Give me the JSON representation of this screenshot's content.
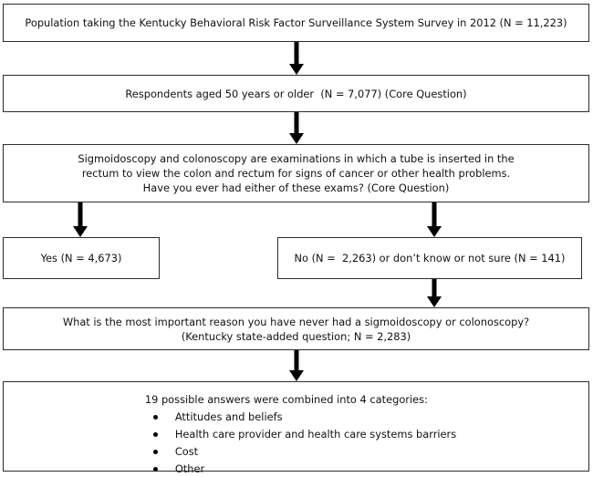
{
  "chart_data": {
    "type": "diagram",
    "title": "Study population flow diagram",
    "nodes": [
      {
        "id": "population",
        "lines": [
          "Population taking the Kentucky Behavioral Risk Factor Surveillance System Survey in 2012 (N = 11,223)"
        ]
      },
      {
        "id": "respondents",
        "lines": [
          "Respondents aged 50 years or older  (N = 7,077) (Core Question)"
        ]
      },
      {
        "id": "exam-question",
        "lines": [
          "Sigmoidoscopy and colonoscopy are examinations in which a tube is inserted in the",
          "rectum to view the colon and rectum for signs of cancer or other health problems.",
          "Have you ever had either of these exams? (Core Question)"
        ]
      },
      {
        "id": "yes",
        "lines": [
          "Yes (N = 4,673)"
        ]
      },
      {
        "id": "no",
        "lines": [
          "No (N =  2,263) or don’t know or not sure (N = 141)"
        ]
      },
      {
        "id": "reason",
        "lines": [
          "What is the most important reason you have never had a sigmoidoscopy or colonoscopy?",
          "(Kentucky state-added question; N = 2,283)"
        ]
      },
      {
        "id": "categories",
        "heading": "19 possible answers were combined into 4 categories:",
        "items": [
          "Attitudes and beliefs",
          "Health care provider and health care systems barriers",
          "Cost",
          "Other"
        ]
      }
    ],
    "edges": [
      {
        "from": "population",
        "to": "respondents",
        "style": "down-arrow"
      },
      {
        "from": "respondents",
        "to": "exam-question",
        "style": "down-arrow"
      },
      {
        "from": "exam-question",
        "to": "yes",
        "style": "down-arrow"
      },
      {
        "from": "exam-question",
        "to": "no",
        "style": "down-arrow"
      },
      {
        "from": "no",
        "to": "reason",
        "style": "down-arrow"
      },
      {
        "from": "reason",
        "to": "categories",
        "style": "down-arrow"
      }
    ],
    "counts": {
      "survey_population": 11223,
      "aged_50_or_older": 7077,
      "ever_had_exam_yes": 4673,
      "ever_had_exam_no": 2263,
      "dont_know_or_not_sure": 141,
      "reason_question_respondents": 2283,
      "possible_answers": 19,
      "categories": 4
    },
    "colors": {
      "box_border": "#2b2b2b",
      "box_fill": "#ffffff",
      "arrow": "#000000",
      "text": "#111111"
    }
  },
  "nodes": {
    "population": {
      "line1": "Population taking the Kentucky Behavioral Risk Factor Surveillance System Survey in 2012 (N = 11,223)"
    },
    "respondents": {
      "line1": "Respondents aged 50 years or older  (N = 7,077) (Core Question)"
    },
    "exam_question": {
      "line1": "Sigmoidoscopy and colonoscopy are examinations in which a tube is inserted in the",
      "line2": "rectum to view the colon and rectum for signs of cancer or other health problems.",
      "line3": "Have you ever had either of these exams? (Core Question)"
    },
    "yes": {
      "line1": "Yes (N = 4,673)"
    },
    "no": {
      "line1": "No (N =  2,263) or don’t know or not sure (N = 141)"
    },
    "reason": {
      "line1": "What is the most important reason you have never had a sigmoidoscopy or colonoscopy?",
      "line2": "(Kentucky state-added question; N = 2,283)"
    },
    "categories": {
      "heading": "19 possible answers were combined into 4 categories:",
      "items": [
        "Attitudes and beliefs",
        "Health care provider and health care systems barriers",
        "Cost",
        "Other"
      ]
    }
  }
}
